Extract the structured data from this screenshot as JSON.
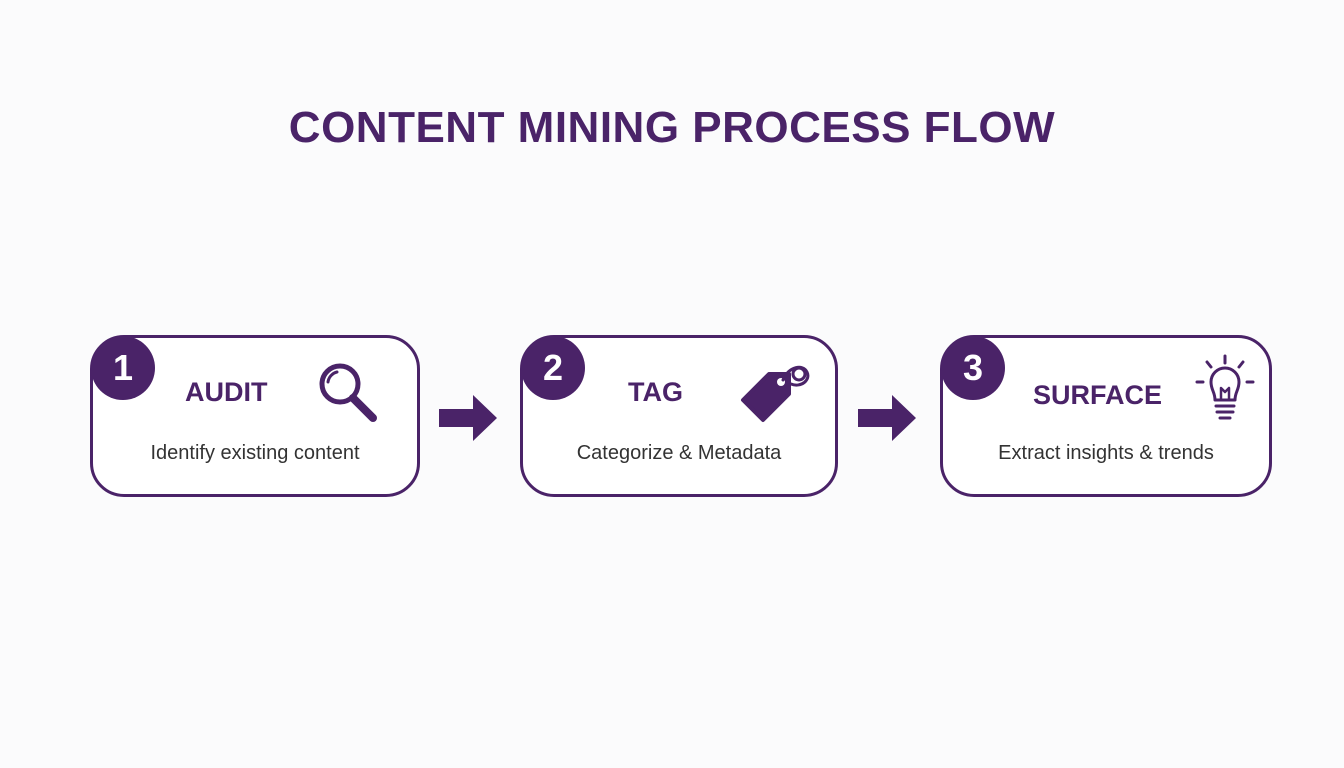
{
  "title": "CONTENT MINING PROCESS FLOW",
  "colors": {
    "accent": "#4a2368",
    "text": "#333333",
    "background": "#fbfbfc"
  },
  "steps": [
    {
      "number": "1",
      "heading": "AUDIT",
      "description": "Identify existing content",
      "icon": "magnifying-glass-icon"
    },
    {
      "number": "2",
      "heading": "TAG",
      "description": "Categorize & Metadata",
      "icon": "price-tag-icon"
    },
    {
      "number": "3",
      "heading": "SURFACE",
      "description": "Extract insights & trends",
      "icon": "lightbulb-icon"
    }
  ],
  "connectors": [
    "right-arrow-icon",
    "right-arrow-icon"
  ]
}
